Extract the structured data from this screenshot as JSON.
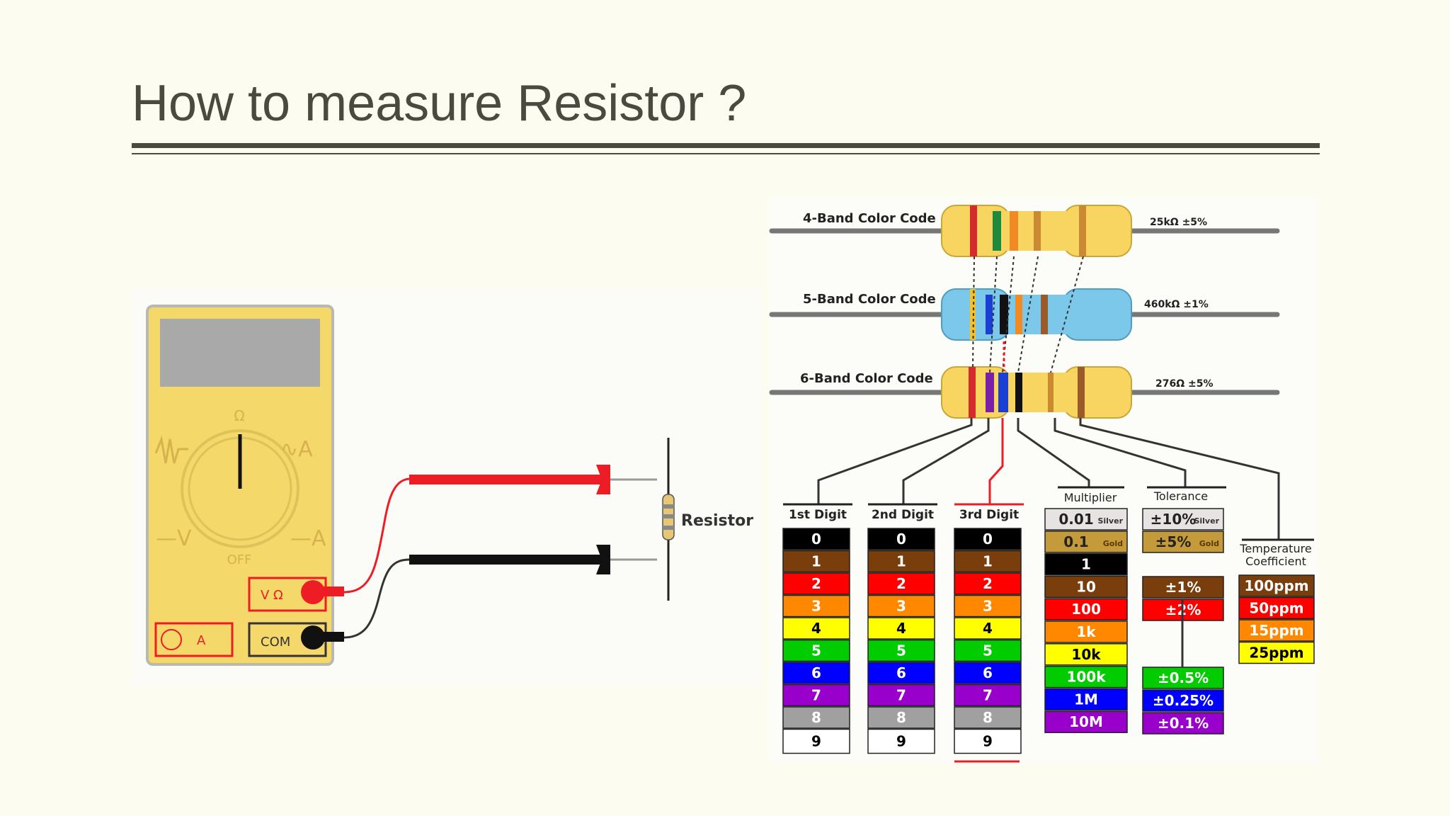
{
  "slide": {
    "title": "How to measure Resistor ?"
  },
  "meter": {
    "omega": "Ω",
    "off": "OFF",
    "vohm_label": "V Ω",
    "amp_label": "A",
    "com_label": "COM"
  },
  "resistor_label": "Resistor",
  "bands": [
    {
      "label": "4-Band Color Code",
      "value": "25kΩ  ±5%"
    },
    {
      "label": "5-Band Color Code",
      "value": "460kΩ  ±1%"
    },
    {
      "label": "6-Band Color Code",
      "value": "276Ω  ±5%"
    }
  ],
  "digit_headers": [
    "1st Digit",
    "2nd Digit",
    "3rd Digit"
  ],
  "digit_values": [
    "0",
    "1",
    "2",
    "3",
    "4",
    "5",
    "6",
    "7",
    "8",
    "9"
  ],
  "multiplier": {
    "header": "Multiplier",
    "items": [
      {
        "value": "0.01",
        "note": "Silver"
      },
      {
        "value": "0.1",
        "note": "Gold"
      },
      {
        "value": "1"
      },
      {
        "value": "10"
      },
      {
        "value": "100"
      },
      {
        "value": "1k"
      },
      {
        "value": "10k"
      },
      {
        "value": "100k"
      },
      {
        "value": "1M"
      },
      {
        "value": "10M"
      }
    ]
  },
  "tolerance": {
    "header": "Tolerance",
    "items": [
      {
        "value": "±10%",
        "note": "Silver"
      },
      {
        "value": "±5%",
        "note": "Gold"
      },
      {
        "value": "±1%"
      },
      {
        "value": "±2%"
      },
      {
        "value": "±0.5%"
      },
      {
        "value": "±0.25%"
      },
      {
        "value": "±0.1%"
      }
    ]
  },
  "tempco": {
    "header_line1": "Temperature",
    "header_line2": "Coefficient",
    "items": [
      "100ppm",
      "50ppm",
      "15ppm",
      "25ppm"
    ]
  },
  "colors": {
    "meter_body": "#f4d86a",
    "red_lead": "#ee1c24",
    "black_lead": "#111111",
    "resistor_body": "#f7d560",
    "resistor_blue": "#7cc8ea"
  }
}
